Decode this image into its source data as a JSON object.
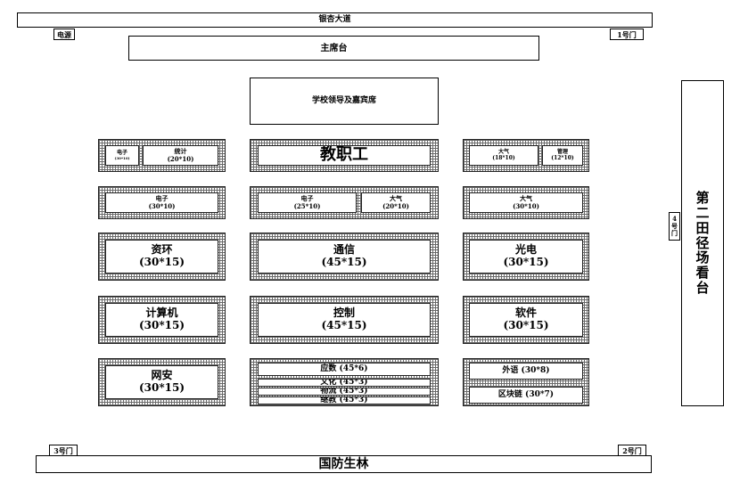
{
  "top_road": "银杏大道",
  "bottom_road": "国防生林",
  "power": "电源",
  "gate1": "1号门",
  "gate2": "2号门",
  "gate3": "3号门",
  "gate4": [
    "4",
    "号",
    "门"
  ],
  "podium": "主席台",
  "vip": "学校领导及嘉宾席",
  "stand": [
    "第",
    "二",
    "田",
    "径",
    "场",
    "看",
    "台"
  ],
  "blocks": {
    "r1_left_a": [
      "电子",
      "(30*10)"
    ],
    "r1_left_b": [
      "统计",
      "(20*10)"
    ],
    "r1_mid": "教职工",
    "r1_right_a": [
      "大气",
      "(18*10)"
    ],
    "r1_right_b": [
      "管理",
      "(12*10)"
    ],
    "r2_left": [
      "电子",
      "(30*10)"
    ],
    "r2_mid_a": [
      "电子",
      "(25*10)"
    ],
    "r2_mid_b": [
      "大气",
      "(20*10)"
    ],
    "r2_right": [
      "大气",
      "(30*10)"
    ],
    "r3_left": [
      "资环",
      "(30*15)"
    ],
    "r3_mid": [
      "通信",
      "(45*15)"
    ],
    "r3_right": [
      "光电",
      "(30*15)"
    ],
    "r4_left": [
      "计算机",
      "(30*15)"
    ],
    "r4_mid": [
      "控制",
      "(45*15)"
    ],
    "r4_right": [
      "软件",
      "(30*15)"
    ],
    "r5_left": [
      "网安",
      "(30*15)"
    ],
    "r5_mid_1": "应数 (45*6)",
    "r5_mid_2": "文化 (45*3)",
    "r5_mid_3": "物流 (45*3)",
    "r5_mid_4": "继教 (45*3)",
    "r5_right_a": "外语 (30*8)",
    "r5_right_b": "区块链 (30*7)"
  }
}
